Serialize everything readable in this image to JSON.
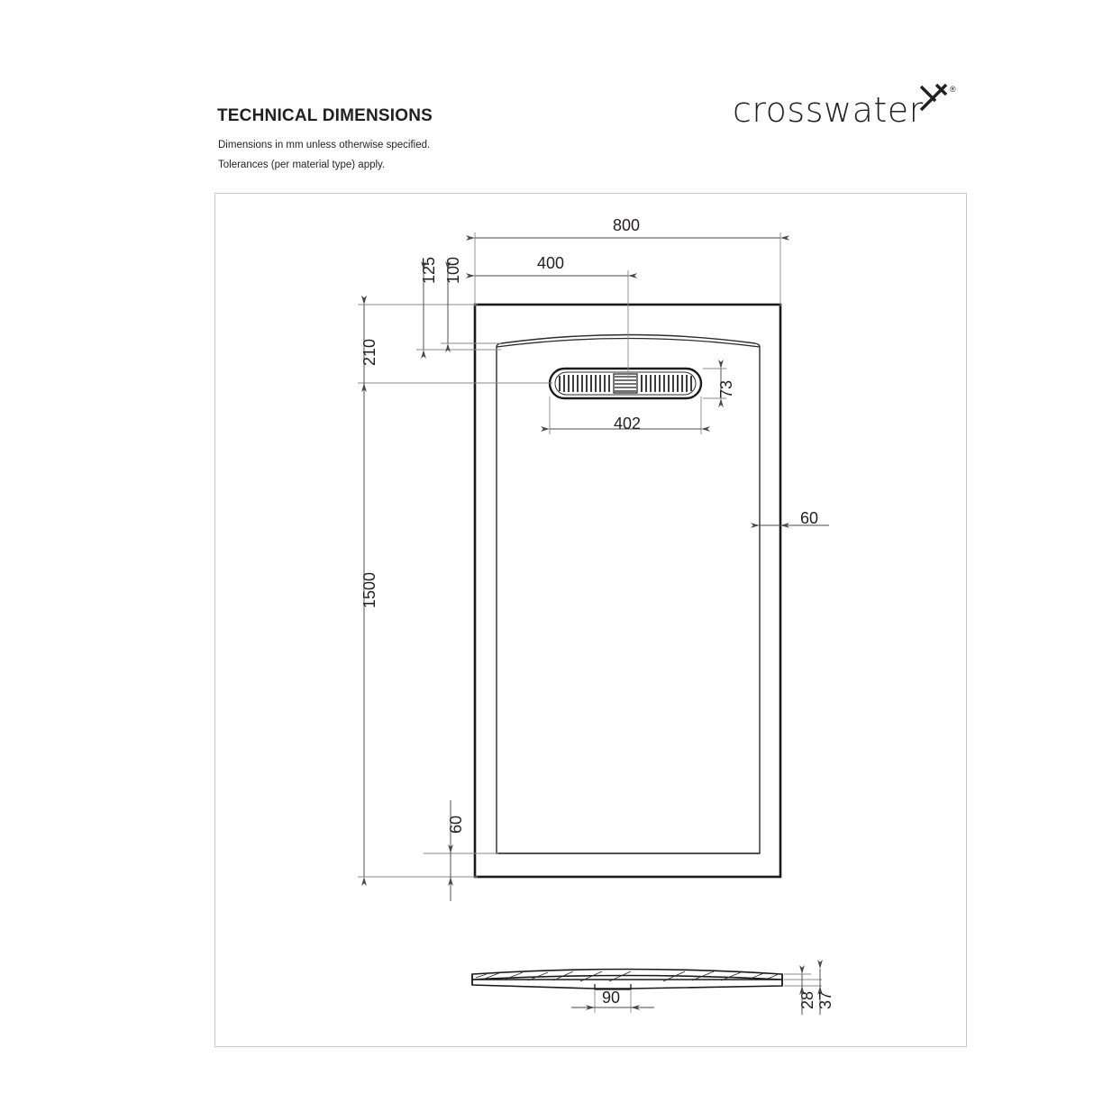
{
  "header": {
    "title": "TECHNICAL DIMENSIONS",
    "note_1": "Dimensions in mm unless otherwise specified.",
    "note_2": "Tolerances (per material type) apply."
  },
  "brand": {
    "wordmark": "crosswater",
    "registered_mark": "®",
    "x_icon_name": "crosswater-x-icon"
  },
  "drawing": {
    "views": {
      "plan_view_name": "shower-tray-plan-view",
      "section_view_name": "shower-tray-section-view"
    },
    "dimensions": {
      "overall_width": "800",
      "drain_centre_from_left": "400",
      "drain_offset_125": "125",
      "drain_offset_100": "100",
      "drain_centre_from_top": "210",
      "drain_length": "402",
      "drain_width": "73",
      "overall_length": "1500",
      "right_border_inset": "60",
      "bottom_border_inset": "60",
      "waste_width": "90",
      "tray_height_28": "28",
      "tray_height_37": "37"
    }
  },
  "colors": {
    "ink": "#231f20",
    "frame_line": "#c9c9c9",
    "dim_line": "#6e6e6e",
    "outline": "#1a1a1a"
  }
}
